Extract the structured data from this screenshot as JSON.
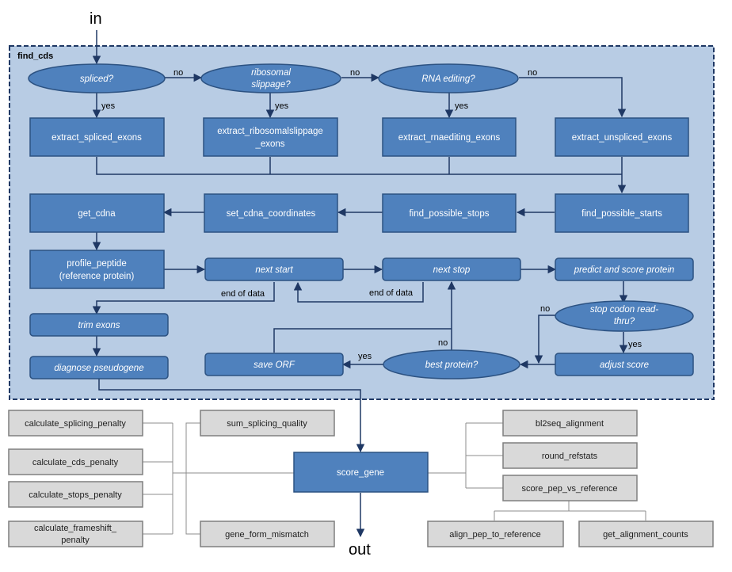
{
  "io": {
    "in": "in",
    "out": "out"
  },
  "container": {
    "title": "find_cds"
  },
  "decisions": {
    "spliced": "spliced?",
    "ribosomal_1": "ribosomal",
    "ribosomal_2": "slippage?",
    "rna_editing": "RNA editing?",
    "stop_codon_1": "stop codon read-",
    "stop_codon_2": "thru?",
    "best_protein": "best protein?"
  },
  "processes": {
    "extract_spliced_exons": "extract_spliced_exons",
    "extract_ribosomal_1": "extract_ribosomalslippage",
    "extract_ribosomal_2": "_exons",
    "extract_rnaediting_exons": "extract_rnaediting_exons",
    "extract_unspliced_exons": "extract_unspliced_exons",
    "get_cdna": "get_cdna",
    "set_cdna_coordinates": "set_cdna_coordinates",
    "find_possible_stops": "find_possible_stops",
    "find_possible_starts": "find_possible_starts",
    "profile_peptide_1": "profile_peptide",
    "profile_peptide_2": "(reference protein)",
    "next_start": "next  start",
    "next_stop": "next  stop",
    "predict_score": "predict and score protein",
    "trim_exons": "trim exons",
    "diagnose_pseudogene": "diagnose pseudogene",
    "save_orf": "save ORF",
    "adjust_score": "adjust score"
  },
  "labels": {
    "no": "no",
    "yes": "yes",
    "end_of_data": "end of data"
  },
  "functions": {
    "score_gene": "score_gene",
    "calculate_splicing_penalty": "calculate_splicing_penalty",
    "calculate_cds_penalty": "calculate_cds_penalty",
    "calculate_stops_penalty": "calculate_stops_penalty",
    "calculate_frameshift_1": "calculate_frameshift_",
    "calculate_frameshift_2": "penalty",
    "sum_splicing_quality": "sum_splicing_quality",
    "gene_form_mismatch": "gene_form_mismatch",
    "bl2seq_alignment": "bl2seq_alignment",
    "round_refstats": "round_refstats",
    "score_pep_vs_reference": "score_pep_vs_reference",
    "align_pep_to_reference": "align_pep_to_reference",
    "get_alignment_counts": "get_alignment_counts"
  },
  "colors": {
    "container_fill": "#b8cce4",
    "container_border": "#1f3864",
    "shape_fill": "#4f81bd",
    "shape_border": "#2c5282",
    "gray_fill": "#d9d9d9",
    "gray_border": "#7f7f7f",
    "arrow": "#1f3864"
  }
}
